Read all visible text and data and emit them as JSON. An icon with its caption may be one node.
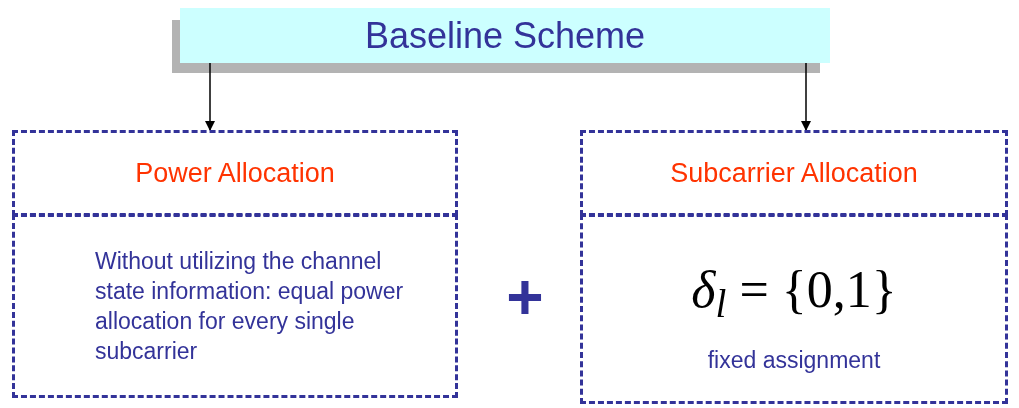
{
  "diagram": {
    "nodes": [
      {
        "text": [
          "Baseline Scheme"
        ]
      },
      {
        "text": [
          "Power Allocation"
        ]
      },
      {
        "text": [
          "Without utilizing the channel state information: equal power allocation for every single subcarrier"
        ]
      },
      {
        "text": [
          "Subcarrier Allocation"
        ]
      },
      {
        "text": [
          "*δ*$_{l}$ = {0,1}",
          "fixed assignment"
        ]
      }
    ],
    "edges": [
      {
        "from": 0,
        "to": 1,
        "arrow": "to"
      },
      {
        "from": 0,
        "to": 3,
        "arrow": "to"
      }
    ],
    "labels": [
      "+"
    ]
  }
}
